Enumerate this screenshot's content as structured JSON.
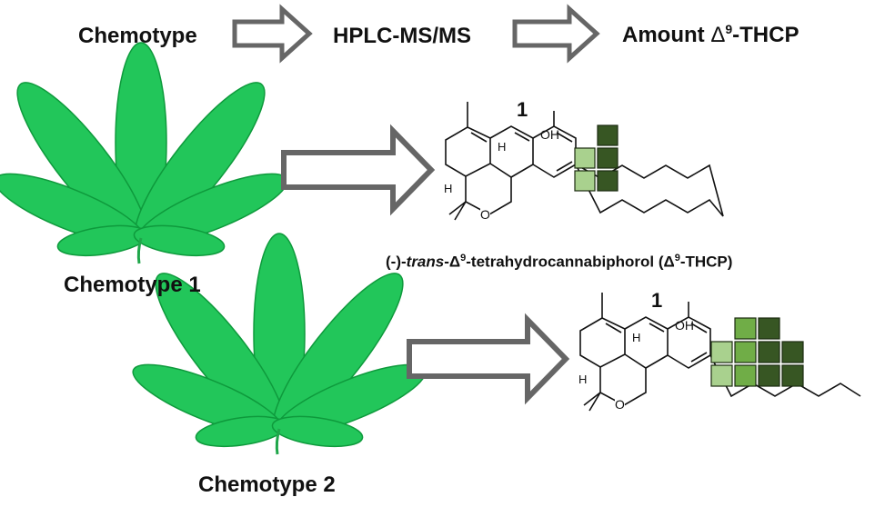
{
  "header": {
    "step1": "Chemotype",
    "step2": "HPLC-MS/MS",
    "step3_prefix": "Amount ",
    "step3_delta": "Δ",
    "step3_sup": "9",
    "step3_suffix": "-THCP"
  },
  "chemotype1": {
    "label": "Chemotype 1",
    "compound_number": "1",
    "level": 5,
    "max_level": 10
  },
  "chemotype2": {
    "label": "Chemotype 2",
    "compound_number": "1",
    "level": 10,
    "max_level": 10
  },
  "molecule_labels": {
    "oh": "OH",
    "h": "H"
  },
  "compound_name": {
    "part1": "(-)-",
    "part2": "trans",
    "part3": "-Δ",
    "sup1": "9",
    "part4": "-tetrahydrocannabiphorol (Δ",
    "sup2": "9",
    "part5": "-THCP)"
  },
  "colors": {
    "leaf": "#22c65a",
    "leaf_dark": "#0e9a3c",
    "arrow_outline": "#666666",
    "bar_light": "#a9d18e",
    "bar_mid": "#70ad47",
    "bar_dark": "#375623"
  }
}
